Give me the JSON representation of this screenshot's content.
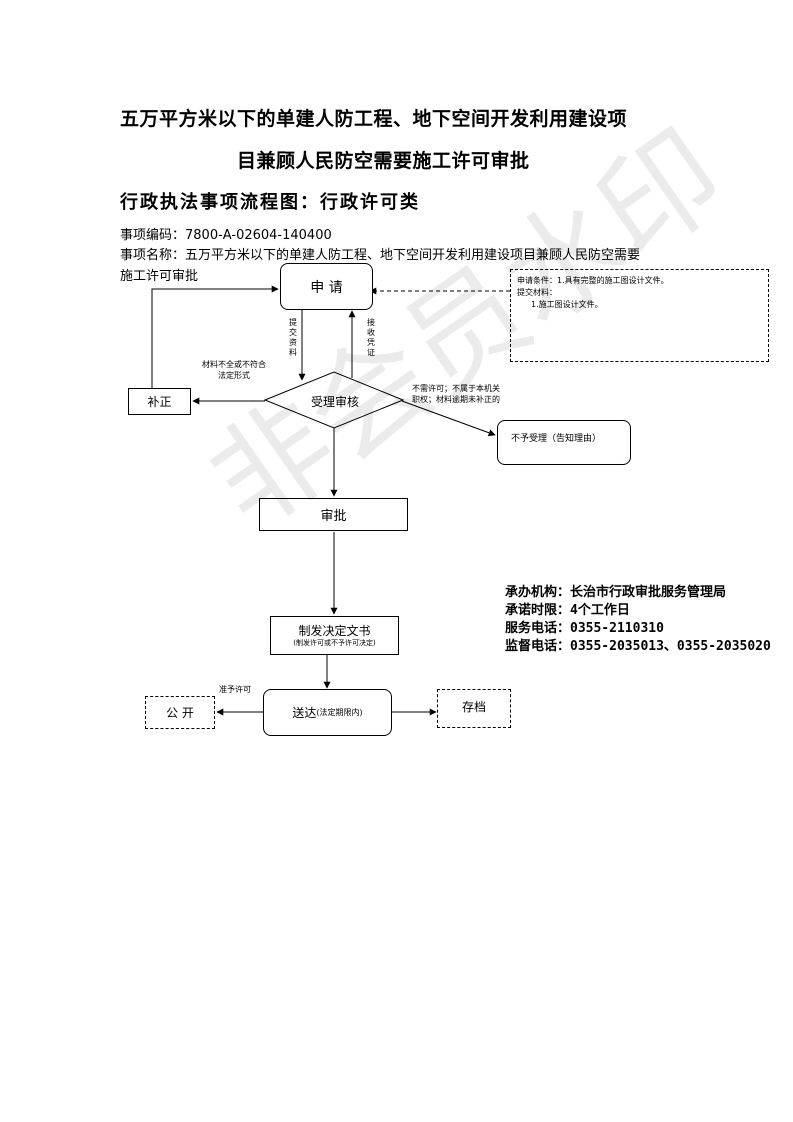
{
  "title": {
    "line1": "五万平方米以下的单建人防工程、地下空间开发利用建设项",
    "line2": "目兼顾人民防空需要施工许可审批"
  },
  "subhead": "行政执法事项流程图：行政许可类",
  "meta": {
    "code": "事项编码：7800-A-02604-140400",
    "name_line1": "事项名称：五万平方米以下的单建人防工程、地下空间开发利用建设项目兼顾人民防空需要",
    "name_line2": "施工许可审批"
  },
  "flow": {
    "apply": "申 请",
    "review": "受理审核",
    "supplement": "补正",
    "reject": "不予受理（告知理由）",
    "approve": "审批",
    "decision_main": "制发决定文书",
    "decision_sub": "(制发许可或不予许可决定)",
    "publish": "公 开",
    "deliver_main": "送达",
    "deliver_sub": "(法定期限内)",
    "archive": "存档"
  },
  "labels": {
    "submit": "提交资料",
    "receipt": "接收凭证",
    "incomplete_1": "材料不全或不符合",
    "incomplete_2": "法定形式",
    "noneed_1": "不需许可；不属于本机关",
    "noneed_2": "职权；材料逾期未补正的",
    "grant": "准予许可"
  },
  "conditions": {
    "line1": "申请条件：1.具有完整的施工图设计文件。",
    "line2": "提交材料：",
    "line3": "1.施工图设计文件。"
  },
  "info": {
    "agency": "承办机构：长治市行政审批服务管理局",
    "time": "承诺时限：4个工作日",
    "service_phone": "服务电话：0355-2110310",
    "supervise_phone": "监督电话：0355-2035013、0355-2035020"
  },
  "watermark": "非会员水印"
}
